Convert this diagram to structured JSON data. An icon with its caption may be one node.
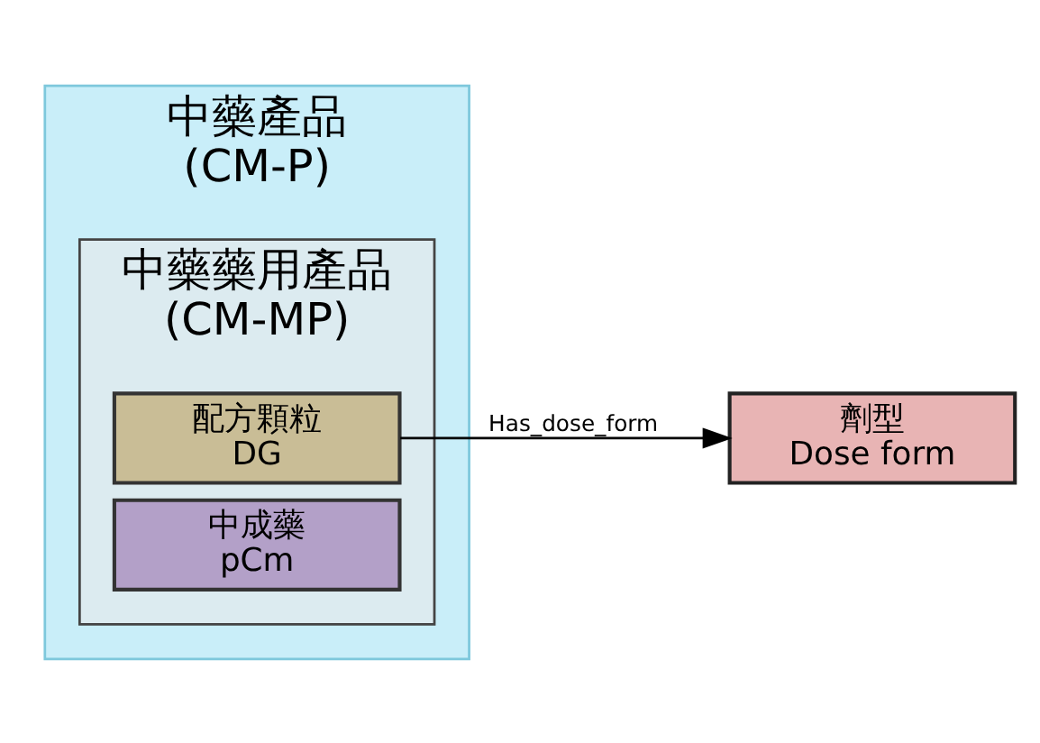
{
  "diagram": {
    "nodes": [
      {
        "text": [
          "中藥產品",
          "(CM-P)"
        ]
      },
      {
        "text": [
          "中藥藥用產品",
          "(CM-MP)"
        ],
        "in": 0
      },
      {
        "text": [
          "配方顆粒",
          "DG"
        ],
        "in": 1
      },
      {
        "text": [
          "中成藥",
          "pCm"
        ],
        "in": 1
      },
      {
        "text": [
          "劑型",
          "Dose form"
        ]
      }
    ],
    "edges": [
      {
        "from": 2,
        "to": 4,
        "arrow": "to",
        "label": "Has_dose_form"
      }
    ]
  }
}
